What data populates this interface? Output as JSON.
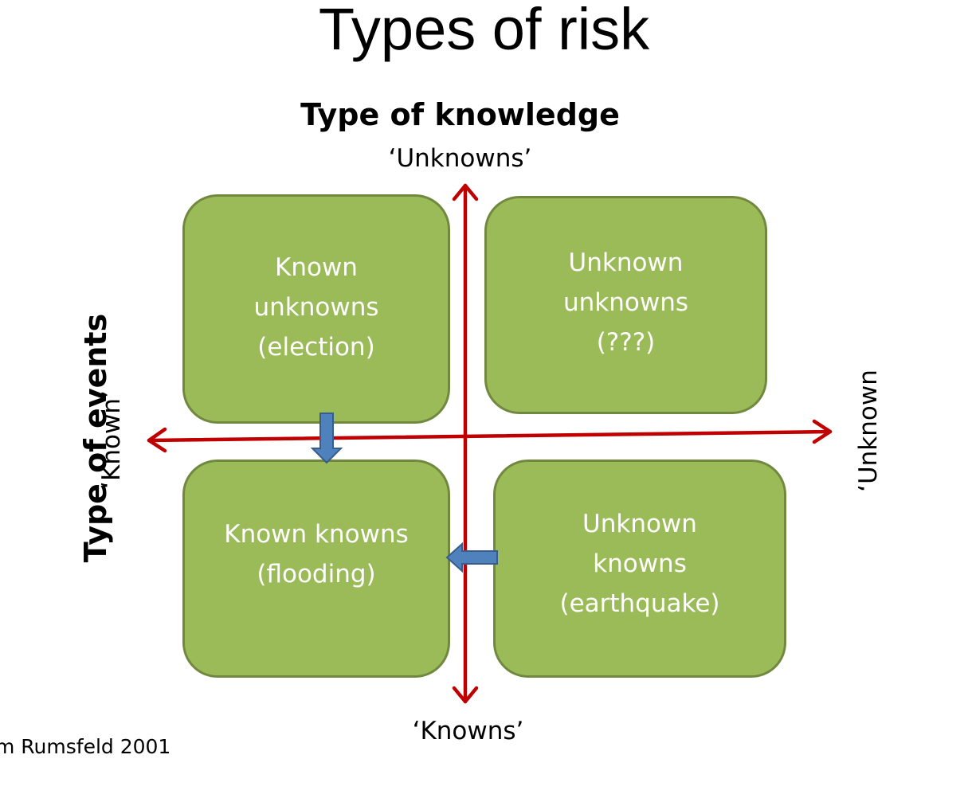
{
  "title": "Types of risk",
  "vertical_axis": {
    "heading": "Type of knowledge",
    "top_label": "‘Unknowns’",
    "bottom_label": "‘Knowns’"
  },
  "horizontal_axis": {
    "heading": "Type of events",
    "left_label": "‘Known’",
    "right_label": "‘Unknown"
  },
  "quadrants": {
    "top_left": "Known\nunknowns\n(election)",
    "top_right": "Unknown\nunknowns\n(???)",
    "bottom_left": "Known knowns\n(flooding)",
    "bottom_right": "Unknown\nknowns\n(earthquake)"
  },
  "source": "m Rumsfeld 2001",
  "colors": {
    "box_fill": "#9bbb59",
    "box_border": "#71893f",
    "axis_arrow": "#c00000",
    "flow_arrow": "#4f81bd"
  }
}
